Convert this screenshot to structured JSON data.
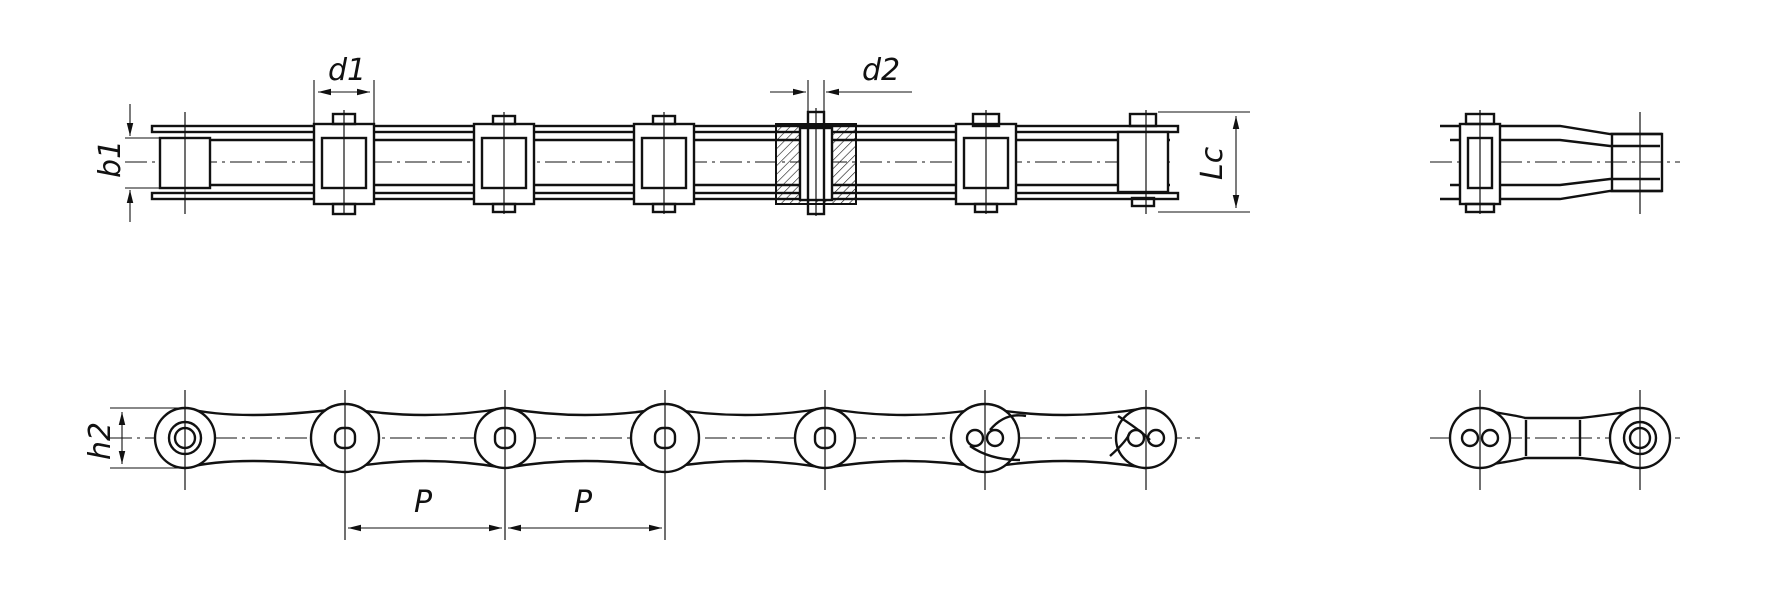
{
  "drawing": {
    "labels": {
      "d1": "d1",
      "d2": "d2",
      "b1": "b1",
      "lc": "Lc",
      "h2": "h2",
      "p_first": "P",
      "p_second": "P"
    }
  }
}
